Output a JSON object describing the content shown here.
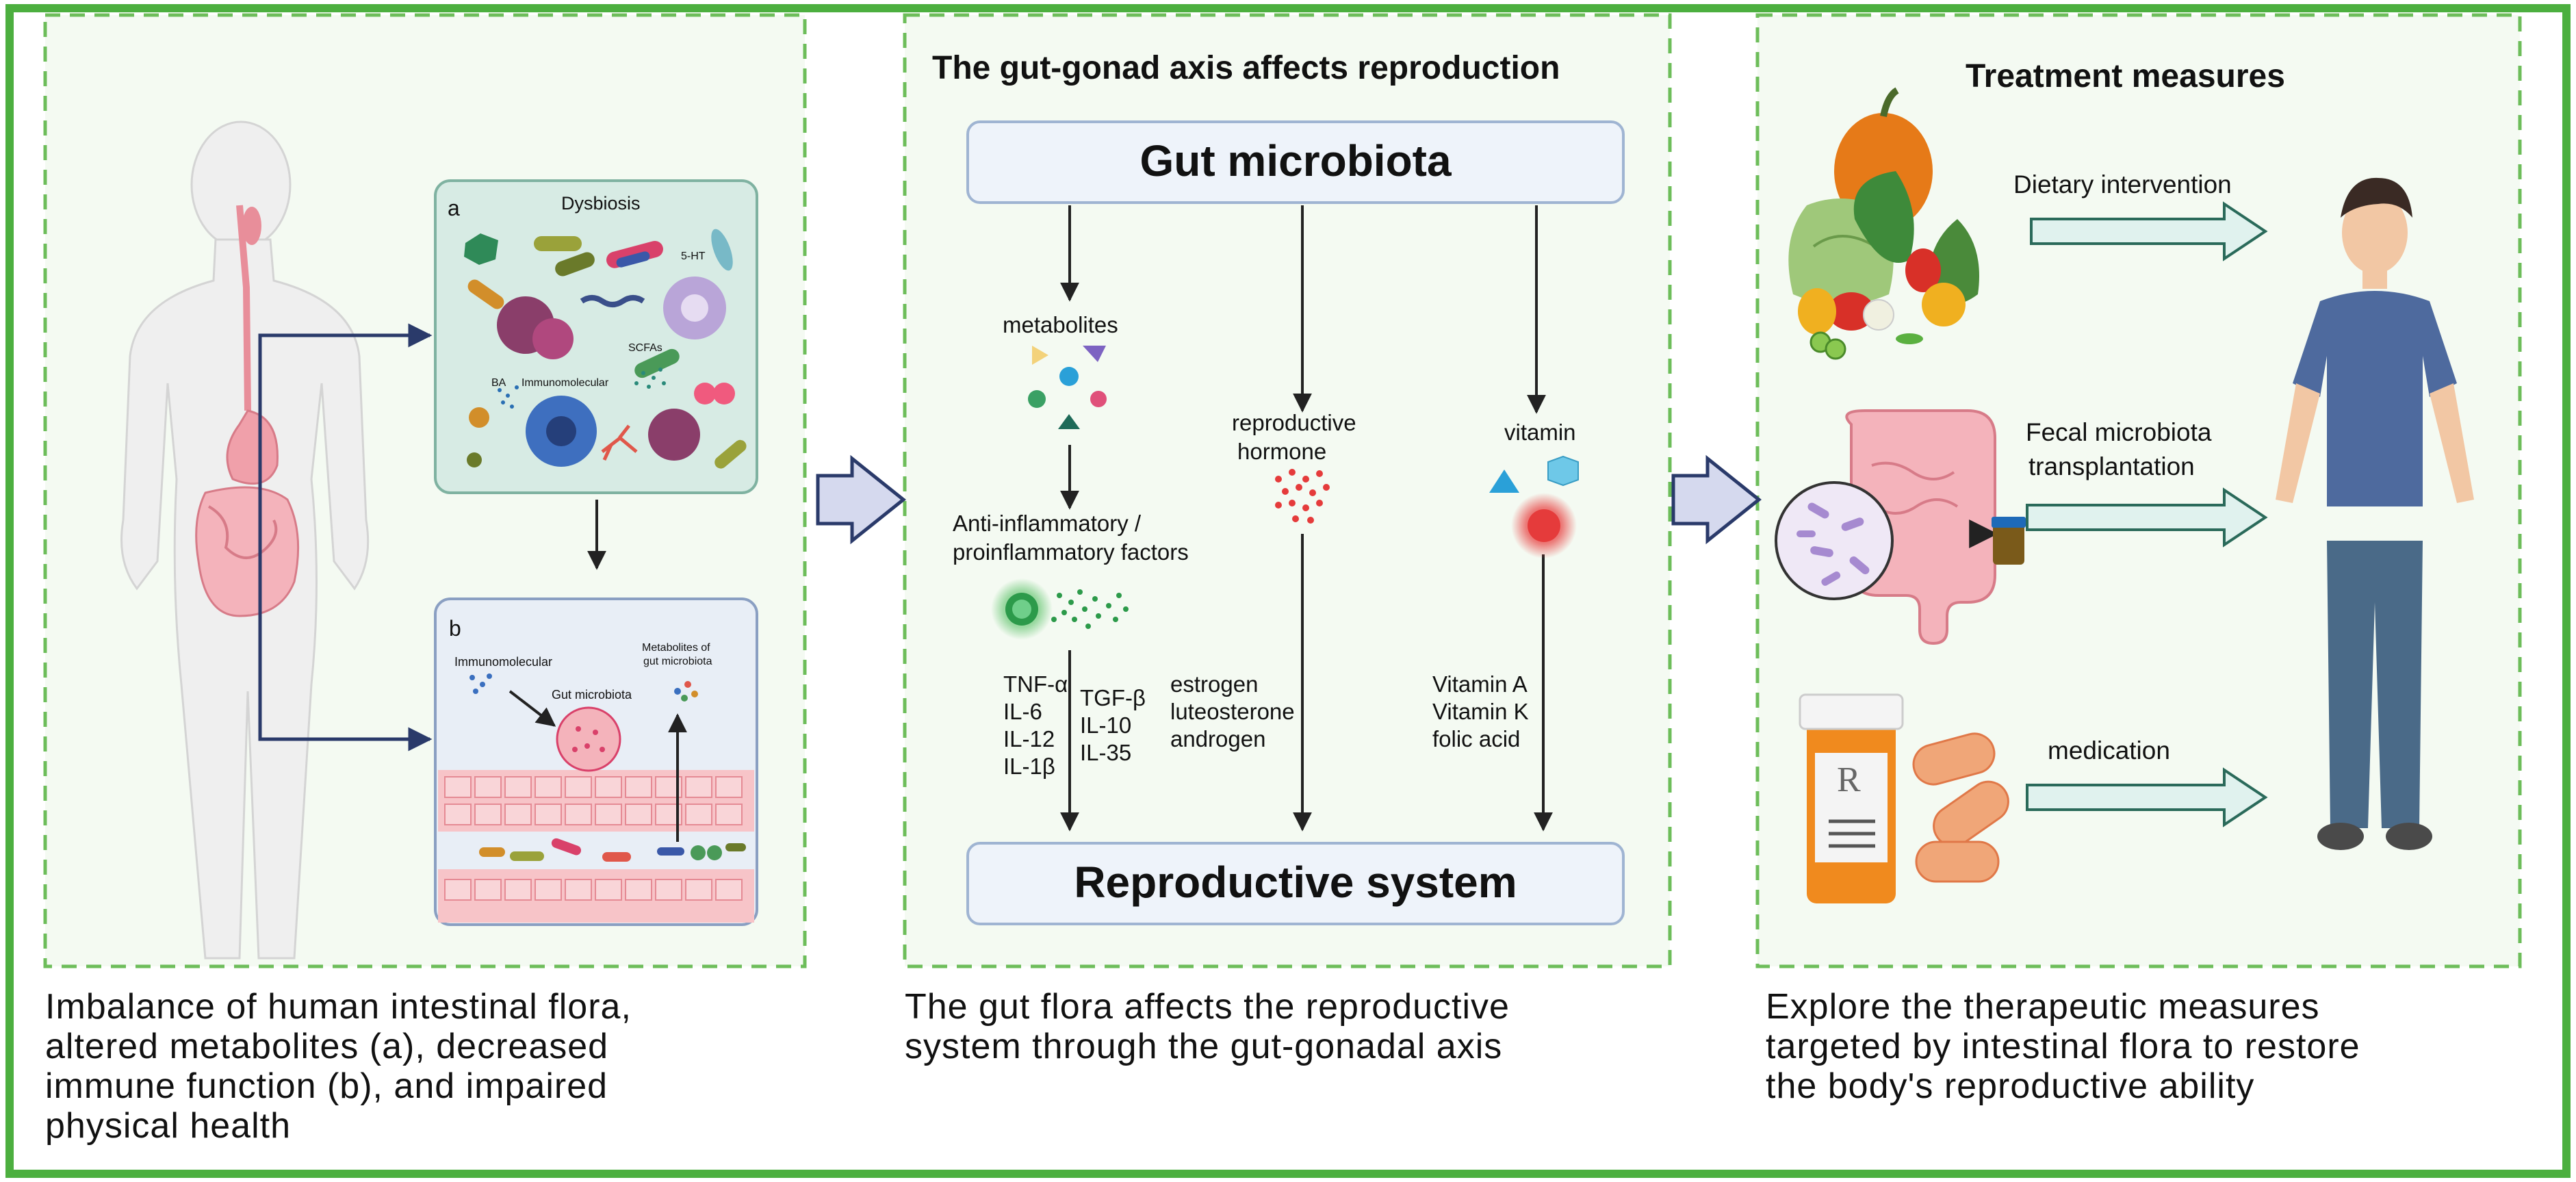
{
  "panel_left": {
    "box_a_label": "a",
    "box_a_title": "Dysbiosis",
    "label_5ht": "5-HT",
    "label_scfas": "SCFAs",
    "label_ba": "BA",
    "label_immuno_a": "Immunomolecular",
    "box_b_label": "b",
    "label_immuno_b": "Immunomolecular",
    "label_gut_micro": "Gut microbiota",
    "label_metab_1": "Metabolites of",
    "label_metab_2": "gut microbiota",
    "caption_lines": [
      "Imbalance of human intestinal flora,",
      "altered metabolites (a), decreased",
      "immune function (b), and impaired",
      "physical health"
    ]
  },
  "panel_middle": {
    "title": "The gut-gonad axis affects reproduction",
    "top_box": "Gut microbiota",
    "bottom_box": "Reproductive system",
    "metabolites": "metabolites",
    "factors_lines": [
      "Anti-inflammatory /",
      "proinflammatory factors"
    ],
    "repro_hormone_lines": [
      "reproductive",
      "hormone"
    ],
    "vitamin": "vitamin",
    "cytokines_col1": [
      "TNF-α",
      "IL-6",
      "IL-12",
      "IL-1β"
    ],
    "cytokines_col2": [
      "TGF-β",
      "IL-10",
      "IL-35"
    ],
    "hormones": [
      "estrogen",
      "luteosterone",
      "androgen"
    ],
    "vitamins": [
      "Vitamin A",
      "Vitamin K",
      "folic acid"
    ],
    "caption_lines": [
      "The gut flora affects the reproductive",
      "system through the gut-gonadal axis"
    ]
  },
  "panel_right": {
    "title": "Treatment measures",
    "dietary": "Dietary intervention",
    "fmt_lines": [
      "Fecal microbiota",
      "transplantation"
    ],
    "medication": "medication",
    "rx": "R",
    "caption_lines": [
      "Explore the therapeutic measures",
      "targeted by intestinal flora to restore",
      "the body's reproductive ability"
    ]
  },
  "colors": {
    "frame_green": "#4caf3f",
    "dashed_green": "#6dbd5a",
    "arrow_fill": "#e0f2ee",
    "box_blue_fill": "#eef3fa",
    "box_blue_stroke": "#9fb4d2"
  }
}
